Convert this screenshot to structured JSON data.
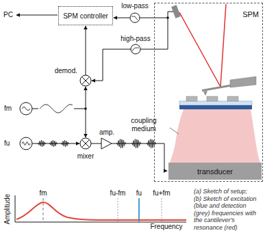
{
  "diagram": {
    "nodes": [
      {
        "text": [
          "SPM controller"
        ]
      },
      {
        "text": [
          "SPM"
        ]
      },
      {
        "text": [
          "transducer"
        ],
        "in": 1
      }
    ],
    "labels": [
      "PC",
      "low-pass",
      "high-pass",
      "demod.",
      "fm",
      "fu",
      "mixer",
      "amp.",
      "coupling medium",
      "fm",
      "fu-fm",
      "fu",
      "fu+fm",
      "Frequency",
      "Amplitude",
      "(a) Sketch of setup;",
      "(b) Sketch of excitation (blue and detection (grey) frequencies with the cantilever's resonance (red)"
    ]
  }
}
